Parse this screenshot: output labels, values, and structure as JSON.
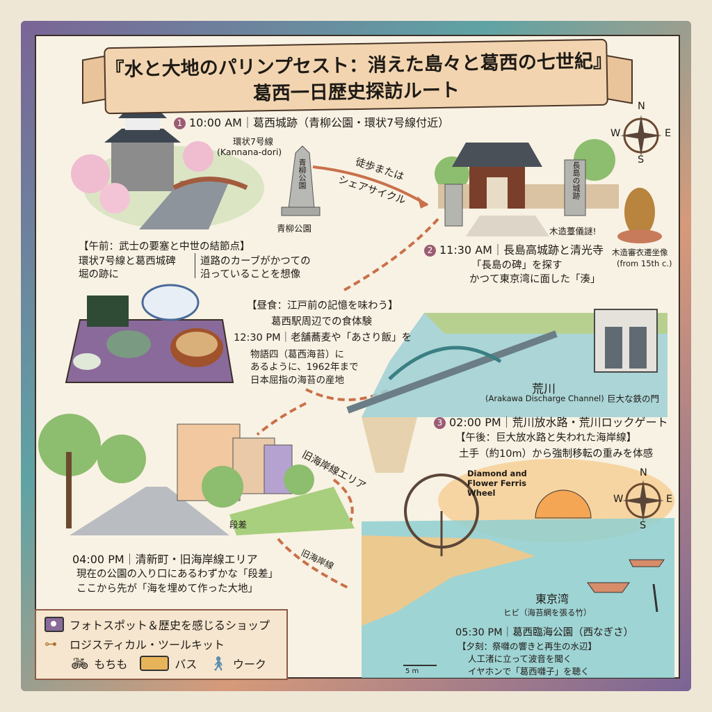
{
  "banner": {
    "title_line1": "『水と大地のパリンプセスト：消えた島々と葛西の七世紀』",
    "title_line2": "葛西一日歴史探訪ルート"
  },
  "stops": [
    {
      "number": "1",
      "time_title": "10:00 AM｜葛西城跡（青柳公園・環状7号線付近）"
    },
    {
      "number": "2",
      "time_title": "11:30 AM｜長島高城跡と清光寺",
      "lines": [
        "「長島の碑」を探す",
        "かつて東京湾に面した「湊」"
      ]
    },
    {
      "number": "3",
      "time_title": "02:00 PM｜荒川放水路・荒川ロックゲート",
      "heading": "【午後：巨大放水路と失われた海岸線】",
      "lines": [
        "土手（約10m）から強制移転の重みを体感"
      ]
    },
    {
      "time_title": "04:00 PM｜清新町・旧海岸線エリア",
      "lines": [
        "現在の公園の入り口にあるわずかな「段差」",
        "ここから先が「海を埋めて作った大地」"
      ]
    },
    {
      "time_title": "05:30 PM｜葛西臨海公園（西なぎさ）",
      "heading": "【夕刻：祭囃の響きと再生の水辺】",
      "lines": [
        "人工渚に立って波音を聞く",
        "イヤホンで「葛西囃子」を聴く"
      ]
    }
  ],
  "morning": {
    "heading": "【午前：武士の要塞と中世の結節点】",
    "left_lines": [
      "環状7号線と葛西城碑",
      "堀の跡に"
    ],
    "right_lines": [
      "道路のカーブがかつての",
      "沿っていることを想像"
    ]
  },
  "lunch": {
    "heading": "【昼食：江戸前の記憶を味わう】",
    "subheading": "葛西駅周辺での食体験",
    "time_line": "12:30 PM｜老舗蕎麦や「あさり飯」を",
    "lines": [
      "物語四（葛西海苔）に",
      "あるように、1962年まで",
      "日本屈指の海苔の産地"
    ]
  },
  "labels": {
    "kannana_jp": "環状7号線",
    "kannana_en": "(Kannana-dori)",
    "aoyagi_park": "青柳公園",
    "monument_text": "青柳公園",
    "walk_line1": "徒歩または",
    "walk_line2": "シェアサイクル",
    "stone_pillar": "長島の城跡",
    "wooden_label": "木造薹儀謎!",
    "statue_caption": "木造審衣遷坐像",
    "statue_date": "(from 15th c.)",
    "arakawa_jp": "荒川",
    "arakawa_en": "(Arakawa Discharge Channel)",
    "iron_gate": "巨大な鉄の門",
    "old_coast_area": "旧海岸線エリア",
    "old_coast": "旧海岸線",
    "step": "段差",
    "ferris_wheel": "Diamond and Flower Ferris Wheel",
    "tokyo_bay": "東京湾",
    "hibi": "ヒビ（海苔網を張る竹）",
    "scale": "5 m"
  },
  "compass": {
    "n": "N",
    "e": "E",
    "s": "S",
    "w": "W"
  },
  "legend": {
    "items": [
      {
        "icon": "camera-icon",
        "label": "フォトスポット＆歴史を感じるショップ"
      },
      {
        "icon": "key-icon",
        "label": "ロジスティカル・ツールキット"
      }
    ],
    "transport": [
      {
        "icon": "bicycle-icon",
        "label": "もちも"
      },
      {
        "icon": "bus-icon",
        "label": "バス"
      },
      {
        "icon": "walk-icon",
        "label": "ウーク"
      }
    ]
  },
  "colors": {
    "route": "#c9704a",
    "badge": "#9a5c73",
    "water": "#7fc3c9",
    "paper": "#f8f2e4"
  }
}
